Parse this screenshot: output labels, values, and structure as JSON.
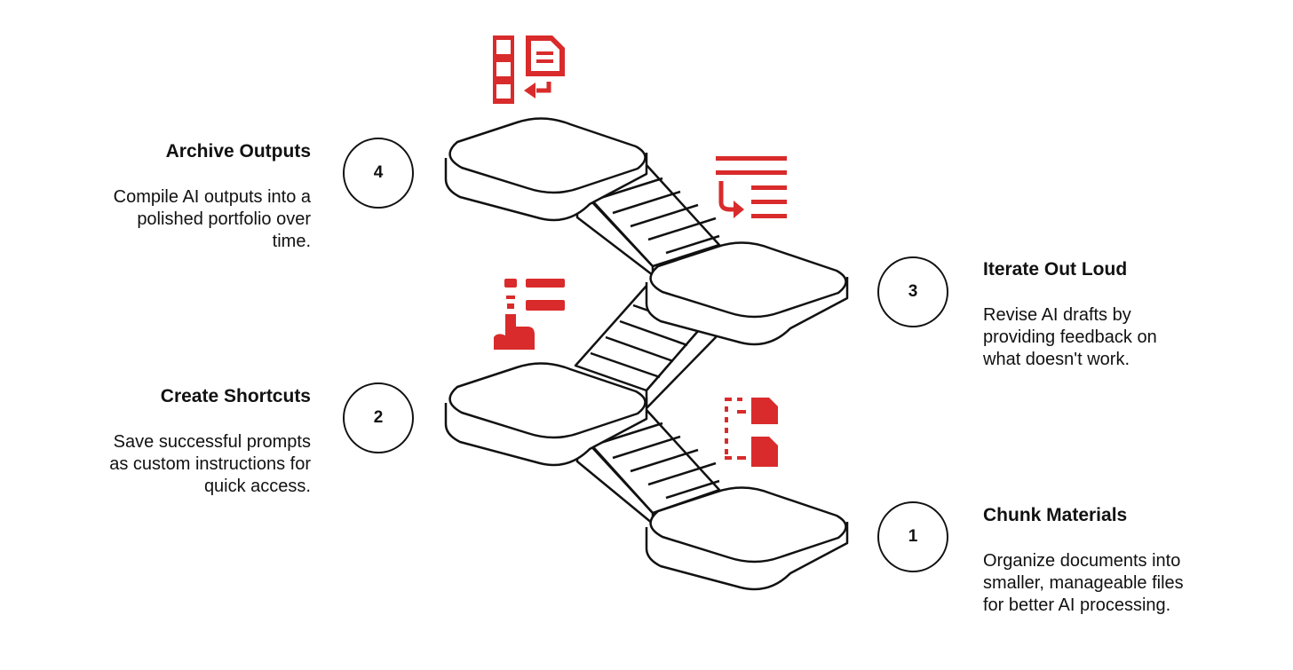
{
  "steps": [
    {
      "number": "1",
      "title": "Chunk Materials",
      "description": "Organize documents into smaller, manageable files for better AI processing."
    },
    {
      "number": "2",
      "title": "Create Shortcuts",
      "description": "Save successful prompts as custom instructions for quick access."
    },
    {
      "number": "3",
      "title": "Iterate Out Loud",
      "description": "Revise AI drafts by providing feedback on what doesn't work."
    },
    {
      "number": "4",
      "title": "Archive Outputs",
      "description": "Compile AI outputs into a polished portfolio over time."
    }
  ],
  "colors": {
    "accent": "#d92b2b",
    "line": "#111111",
    "background": "#ffffff"
  },
  "icons": {
    "step1": "split-documents-icon",
    "step2": "tap-list-icon",
    "step3": "text-revision-icon",
    "step4": "archive-document-icon"
  }
}
